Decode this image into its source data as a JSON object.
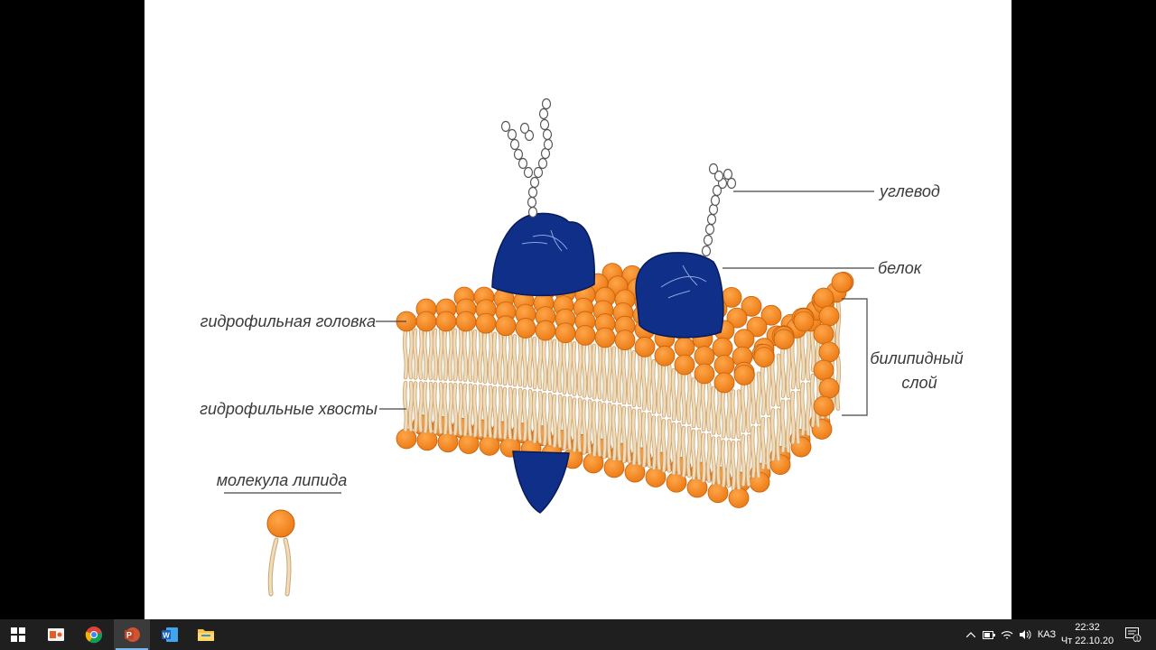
{
  "diagram": {
    "labels": {
      "carbohydrate": "углевод",
      "protein": "белок",
      "hydrophilic_head": "гидрофильная головка",
      "hydrophilic_tails": "гидрофильные хвосты",
      "bilipid_line1": "билипидный",
      "bilipid_line2": "слой",
      "lipid_molecule": "молекула липида"
    },
    "colors": {
      "head": "#f08a24",
      "head_outline": "#c8600a",
      "tail": "#f2dcb8",
      "tail_outline": "#c9a77a",
      "protein": "#0f2f88",
      "protein_outline": "#071a5a"
    }
  },
  "taskbar": {
    "apps": [
      {
        "name": "start",
        "icon": "windows-logo-icon"
      },
      {
        "name": "explorer-app",
        "icon": "app-icon"
      },
      {
        "name": "chrome",
        "icon": "chrome-icon"
      },
      {
        "name": "powerpoint",
        "icon": "powerpoint-icon",
        "active": true
      },
      {
        "name": "word",
        "icon": "word-icon"
      },
      {
        "name": "file-explorer",
        "icon": "folder-icon"
      }
    ],
    "tray": {
      "language": "КАЗ",
      "time": "22:32",
      "date": "Чт 22.10.20",
      "notification_count": "1"
    }
  }
}
